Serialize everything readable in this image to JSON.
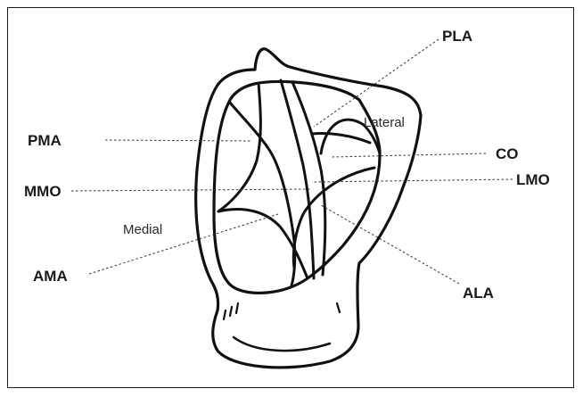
{
  "labels": {
    "pla": "PLA",
    "pma": "PMA",
    "mmo": "MMO",
    "ama": "AMA",
    "co": "CO",
    "lmo": "LMO",
    "ala": "ALA",
    "lateral": "Lateral",
    "medial": "Medial"
  },
  "colors": {
    "ink": "#111111",
    "background": "#ffffff"
  }
}
